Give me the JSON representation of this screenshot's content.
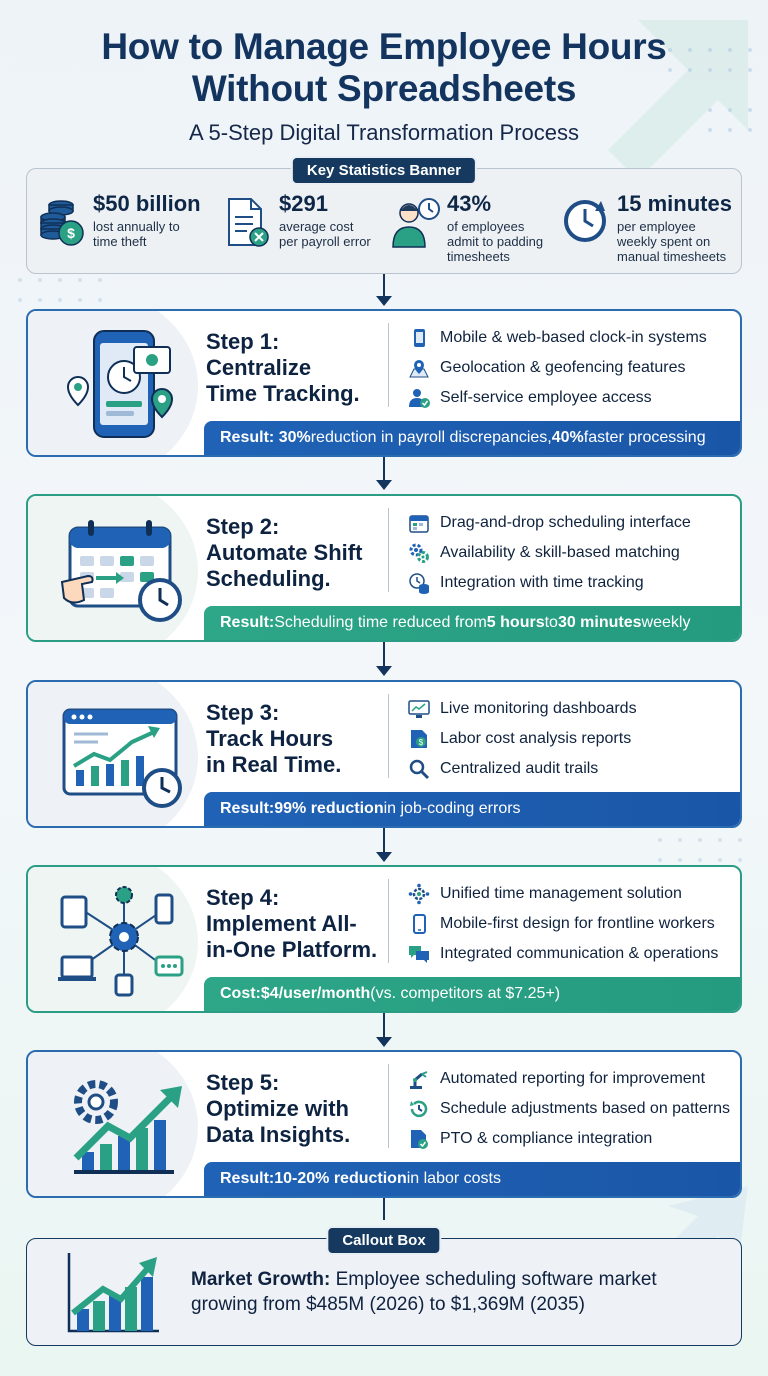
{
  "header": {
    "title_line1": "How to Manage Employee Hours",
    "title_line2": "Without Spreadsheets",
    "subtitle": "A 5-Step Digital Transformation Process"
  },
  "stats_banner": {
    "label": "Key Statistics Banner",
    "items": [
      {
        "value": "$50 billion",
        "desc_line1": "lost annually to",
        "desc_line2": "time theft",
        "desc_line3": "",
        "icon": "money-stack-icon"
      },
      {
        "value": "$291",
        "desc_line1": "average cost",
        "desc_line2": "per payroll error",
        "desc_line3": "",
        "icon": "document-error-icon"
      },
      {
        "value": "43%",
        "desc_line1": "of employees",
        "desc_line2": "admit to padding",
        "desc_line3": "timesheets",
        "icon": "person-clock-icon"
      },
      {
        "value": "15 minutes",
        "desc_line1": "per employee",
        "desc_line2": "weekly spent on",
        "desc_line3": "manual timesheets",
        "icon": "clock-refresh-icon"
      }
    ]
  },
  "steps": [
    {
      "title_line1": "Step 1:",
      "title_line2": "Centralize",
      "title_line3": "Time Tracking.",
      "features": [
        "Mobile & web-based clock-in systems",
        "Geolocation & geofencing features",
        "Self-service employee access"
      ],
      "result": {
        "label": "Result:",
        "b1": "30%",
        "t1": " reduction in payroll discrepancies, ",
        "b2": "40%",
        "t2": " faster processing"
      }
    },
    {
      "title_line1": "Step 2:",
      "title_line2": "Automate Shift",
      "title_line3": "Scheduling.",
      "features": [
        "Drag-and-drop scheduling interface",
        "Availability & skill-based matching",
        "Integration with time tracking"
      ],
      "result": {
        "label": "Result:",
        "t0": " Scheduling time reduced from ",
        "b1": "5 hours",
        "t1": " to ",
        "b2": "30 minutes",
        "t2": " weekly"
      }
    },
    {
      "title_line1": "Step 3:",
      "title_line2": "Track Hours",
      "title_line3": "in Real Time.",
      "features": [
        "Live monitoring dashboards",
        "Labor cost analysis reports",
        "Centralized audit trails"
      ],
      "result": {
        "label": "Result:",
        "b1": " 99% reduction",
        "t1": " in job-coding errors"
      }
    },
    {
      "title_line1": "Step 4:",
      "title_line2": "Implement All-",
      "title_line3": "in-One Platform.",
      "features": [
        "Unified time management solution",
        "Mobile-first design for frontline workers",
        "Integrated communication & operations"
      ],
      "result": {
        "label": "Cost:",
        "b1": " $4/user/month",
        "t1": " (vs. competitors at $7.25+)"
      }
    },
    {
      "title_line1": "Step 5:",
      "title_line2": "Optimize with",
      "title_line3": "Data Insights.",
      "features": [
        "Automated reporting for improvement",
        "Schedule adjustments based on patterns",
        "PTO & compliance integration"
      ],
      "result": {
        "label": "Result:",
        "b1": " 10-20% reduction",
        "t1": " in labor costs"
      }
    }
  ],
  "callout": {
    "label": "Callout Box",
    "bold": "Market Growth:",
    "text": " Employee scheduling software market growing from $485M (2026) to $1,369M (2035)"
  },
  "colors": {
    "navy": "#12345e",
    "blue": "#1f63b5",
    "green": "#2aa184"
  }
}
